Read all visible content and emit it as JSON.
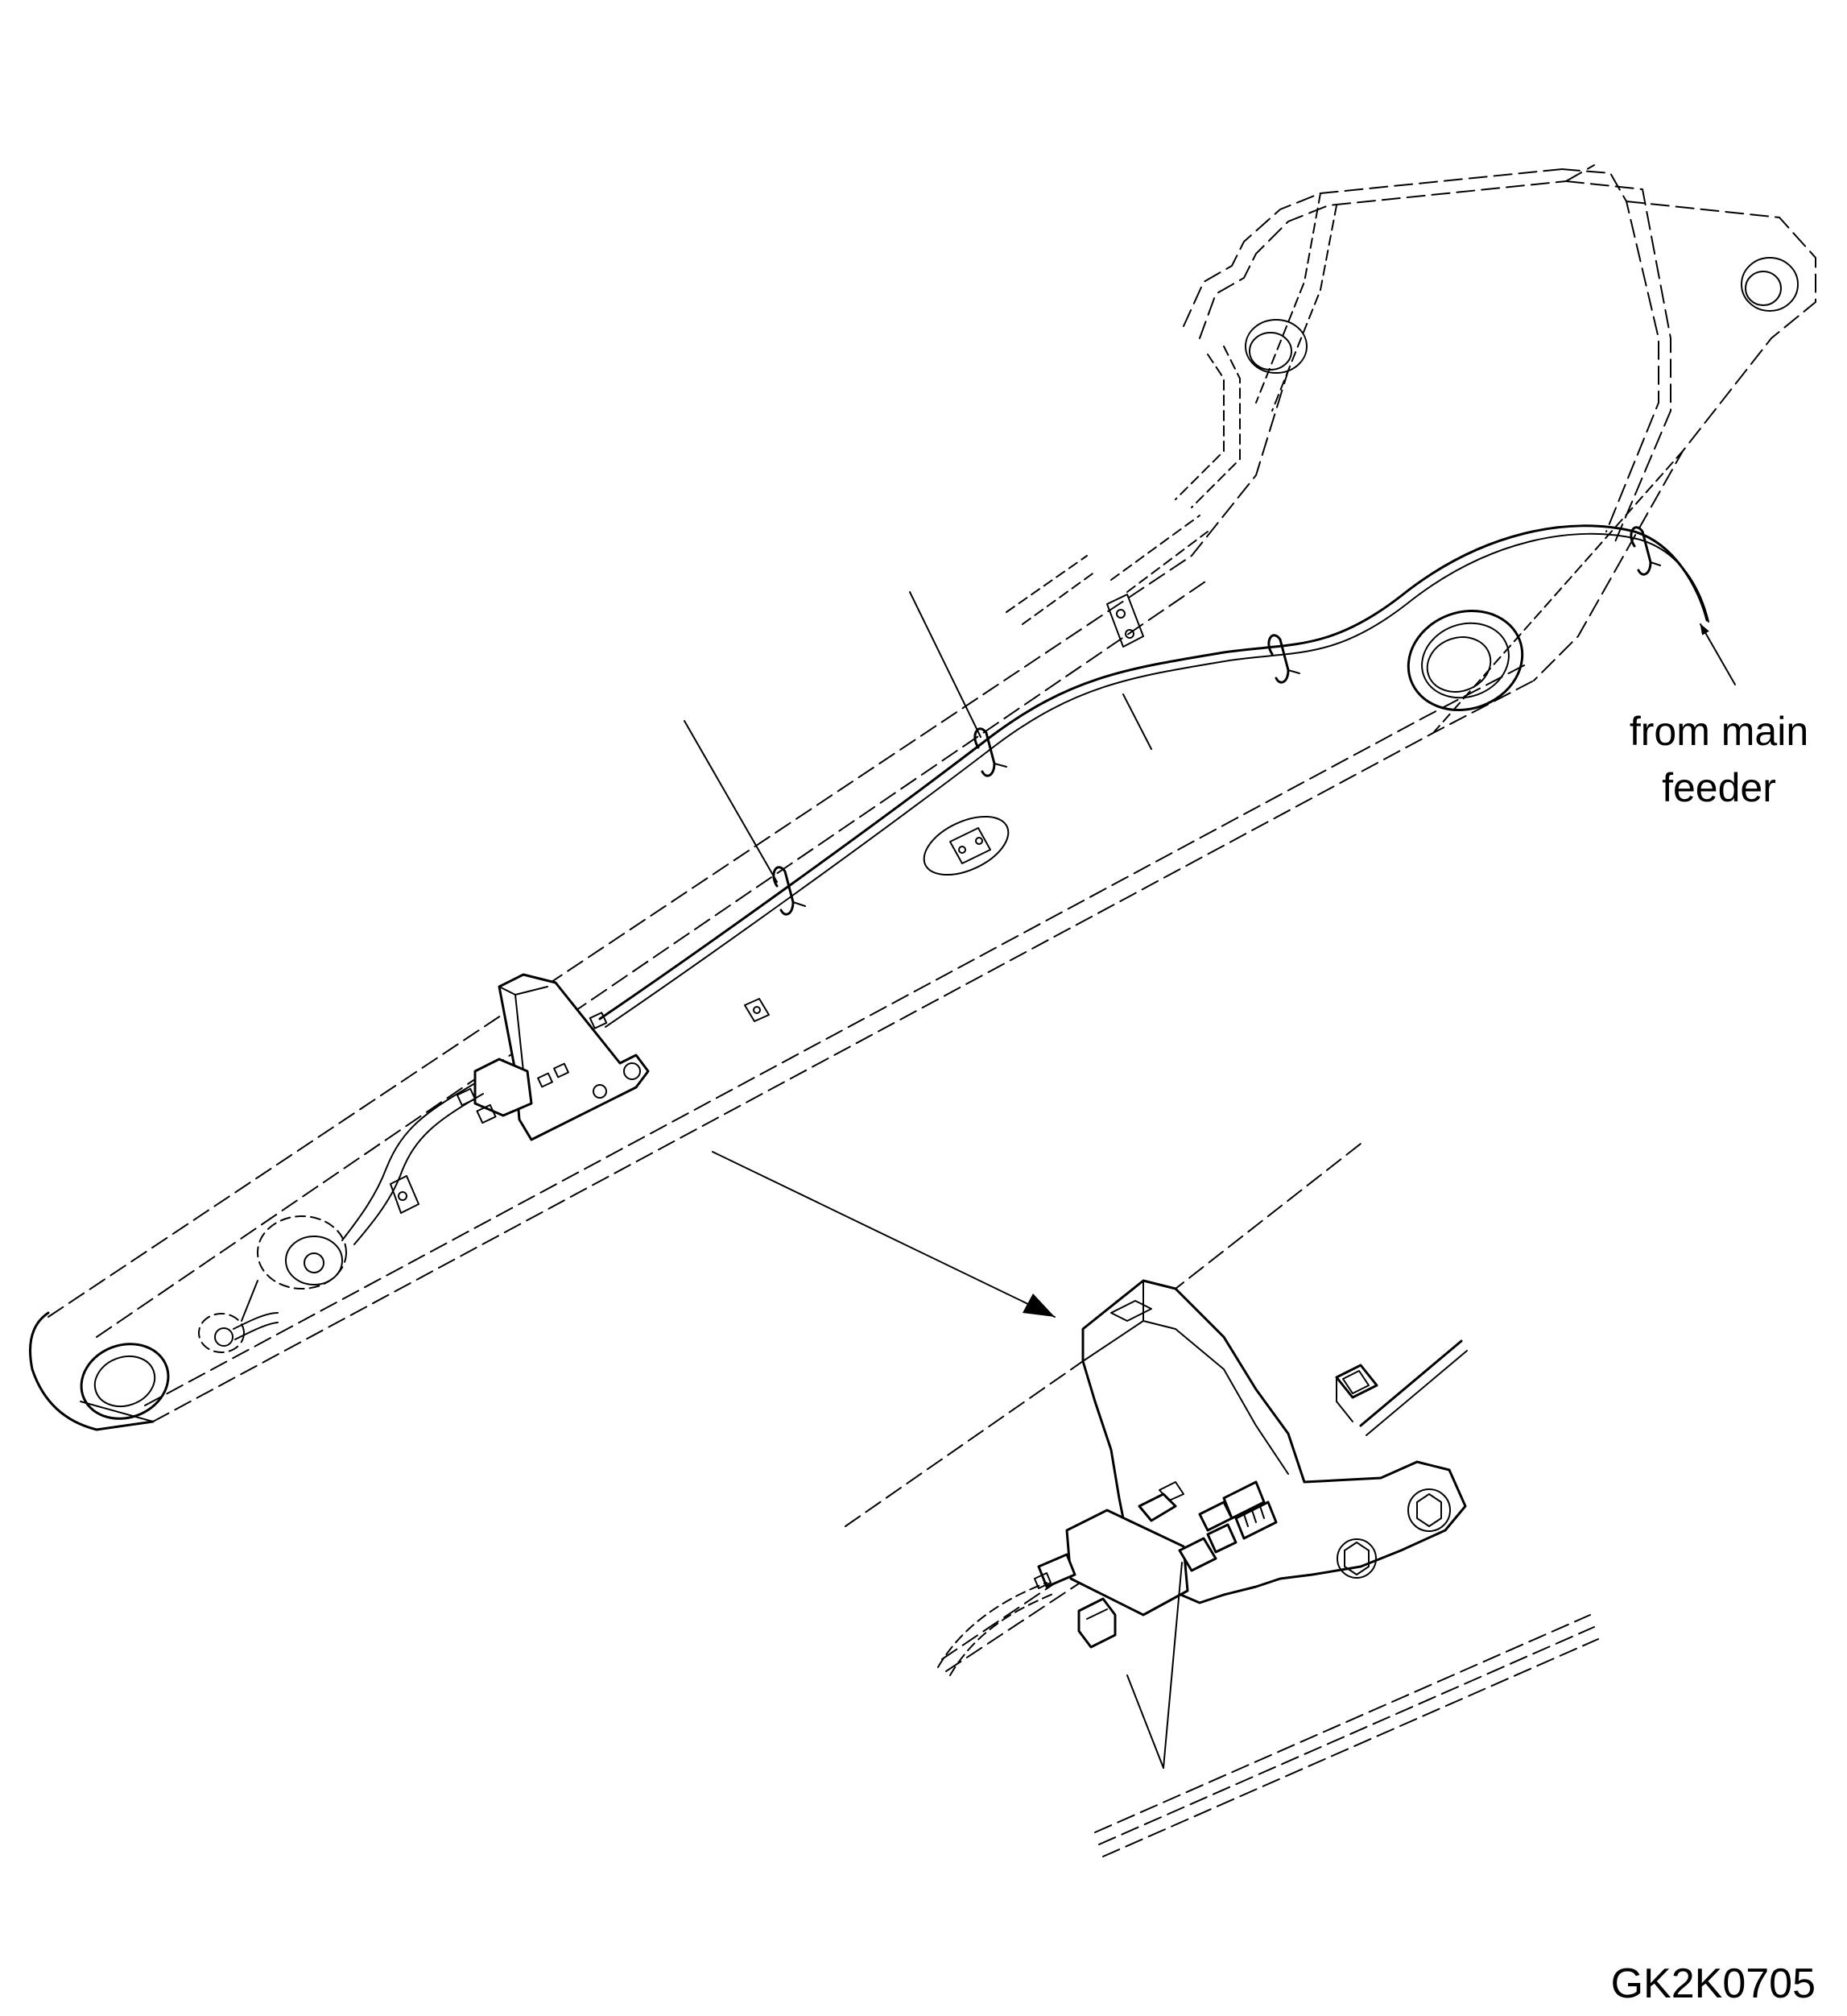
{
  "labels": {
    "feeder_line1": "from main",
    "feeder_line2": "feeder",
    "drawing_code": "GK2K0705"
  }
}
